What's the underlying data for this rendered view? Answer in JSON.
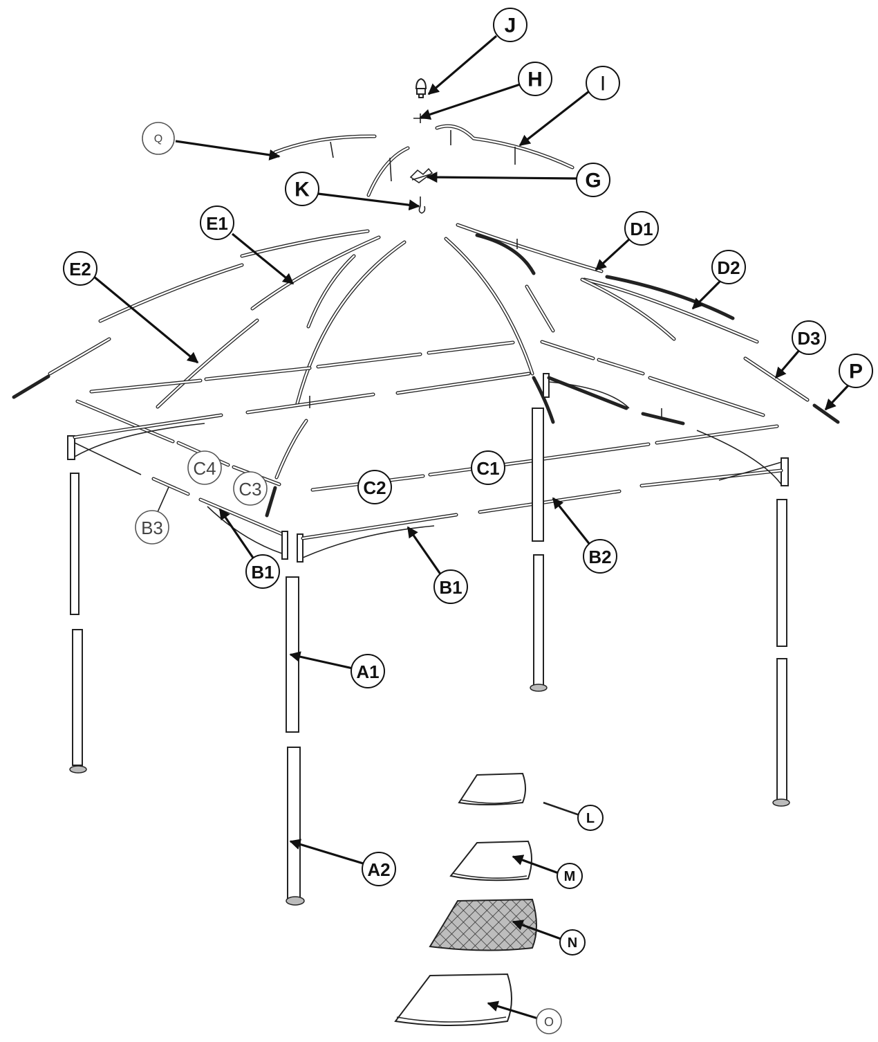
{
  "diagram": {
    "labels": {
      "J": "J",
      "H": "H",
      "I": "I",
      "Q": "Q",
      "G": "G",
      "K": "K",
      "E1": "E1",
      "D1": "D1",
      "E2": "E2",
      "D2": "D2",
      "D3": "D3",
      "P": "P",
      "C4": "C4",
      "C3": "C3",
      "C2": "C2",
      "C1": "C1",
      "B3": "B3",
      "B1_left": "B1",
      "B1_front": "B1",
      "B2": "B2",
      "A1": "A1",
      "A2": "A2",
      "L": "L",
      "M": "M",
      "N": "N",
      "O": "O"
    },
    "colors": {
      "line": "#222222",
      "label_stroke": "#111111",
      "background": "#ffffff",
      "net_fill": "#bdbdbd"
    }
  }
}
